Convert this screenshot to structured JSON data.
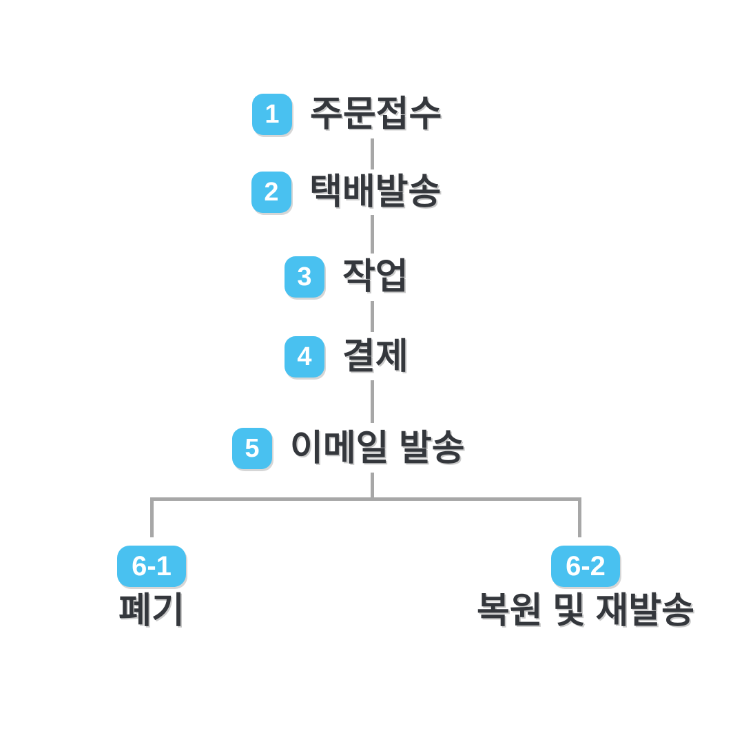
{
  "diagram": {
    "title": "order-process-flowchart",
    "colors": {
      "background": "#ffffff",
      "badge_blue": "#49c1f0",
      "badge_number_white": "#ffffff",
      "connector_gray": "#a7a7a7",
      "label_dark": "#34373c"
    },
    "steps": [
      {
        "number": "1",
        "label": "주문접수"
      },
      {
        "number": "2",
        "label": "택배발송"
      },
      {
        "number": "3",
        "label": "작업"
      },
      {
        "number": "4",
        "label": "결제"
      },
      {
        "number": "5",
        "label": "이메일 발송"
      }
    ],
    "branches": [
      {
        "number": "6-1",
        "label": "폐기"
      },
      {
        "number": "6-2",
        "label": "복원 및 재발송"
      }
    ]
  }
}
